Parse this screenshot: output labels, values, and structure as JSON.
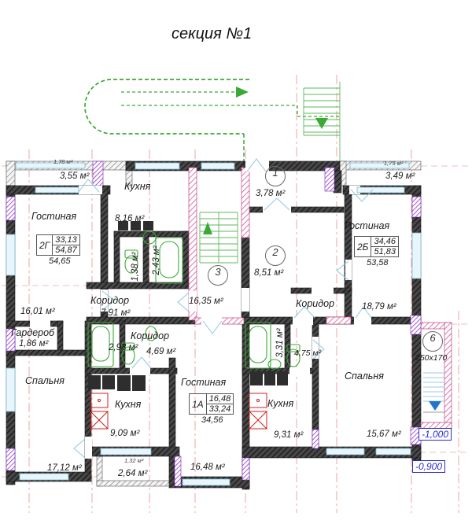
{
  "title": "секция №1",
  "apt_2g": {
    "balcony_half": "1,78 м²",
    "balcony_area": "3,55 м²",
    "kitchen_label": "Кухня",
    "kitchen_area": "8,16 м²",
    "living_label": "Гостиная",
    "living_area": "16,01 м²",
    "wc_area": "1,38 м²",
    "bath_area": "2,43 м²",
    "corridor_label": "Коридор",
    "corridor_area": "7,91 м²",
    "wardrobe_label": "Гардероб",
    "wardrobe_area": "1,86 м²",
    "bedroom_label": "Спальня",
    "bedroom_area": "17,12 м²",
    "stamp": {
      "code": "2Г",
      "living": "33,13",
      "total": "54,87",
      "total_reduced": "54,65"
    }
  },
  "apt_1a": {
    "bath_area": "2,98 м²",
    "corridor_label": "Коридор",
    "corridor_area": "4,69 м²",
    "kitchen_label": "Кухня",
    "kitchen_area": "9,09 м²",
    "living_label": "Гостиная",
    "living_area": "16,48 м²",
    "balcony_half": "1,32 м²",
    "balcony_area": "2,64 м²",
    "stamp": {
      "code": "1А",
      "living": "16,48",
      "total": "33,24",
      "total_reduced": "34,56"
    }
  },
  "apt_2b": {
    "balcony_half": "1,75 м²",
    "balcony_area": "3,49 м²",
    "living_label": "Гостиная",
    "room_area": "18,79 м²",
    "corridor_label": "Коридор",
    "corridor2_area": "4,75 м²",
    "bath_area": "3,31 м²",
    "kitchen_label": "Кухня",
    "kitchen_area": "9,31 м²",
    "bedroom_label": "Спальня",
    "bedroom_area": "15,67 м²",
    "stamp": {
      "code": "2Б",
      "living": "34,46",
      "total": "51,83",
      "total_reduced": "53,58"
    }
  },
  "common": {
    "vestibule_num": "1",
    "vestibule_area": "3,78 м²",
    "hall_num": "2",
    "hall_area": "8,51 м²",
    "stairwell_num": "3",
    "stairwell_area": "16,35 м²",
    "elevator_num": "6",
    "elevator_size": "250x170",
    "elevation_upper": "-1,000",
    "elevation_lower": "-0,900"
  },
  "colors": {
    "walls": "#2e2e2e",
    "stair_walls_pink": "#d6679e",
    "piers_purple": "#8b2fc9",
    "route_green": "#3aaa35",
    "axis_red": "#e06b6b",
    "elevation_blue": "#2b2bd0",
    "window_cyan": "#8fc8de"
  }
}
